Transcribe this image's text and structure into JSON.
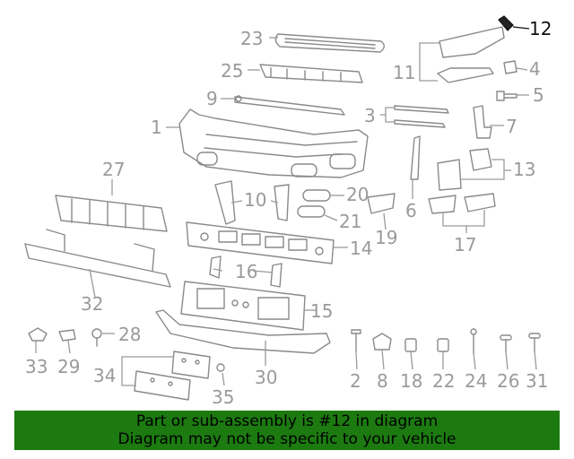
{
  "callouts": {
    "c1": "1",
    "c2": "2",
    "c3": "3",
    "c4": "4",
    "c5": "5",
    "c6": "6",
    "c7": "7",
    "c8": "8",
    "c9": "9",
    "c10": "10",
    "c11": "11",
    "c12": "12",
    "c13": "13",
    "c14": "14",
    "c15": "15",
    "c16": "16",
    "c17": "17",
    "c18": "18",
    "c19": "19",
    "c20": "20",
    "c21": "21",
    "c22": "22",
    "c23": "23",
    "c24": "24",
    "c25": "25",
    "c26": "26",
    "c27": "27",
    "c28": "28",
    "c29": "29",
    "c30": "30",
    "c31": "31",
    "c32": "32",
    "c33": "33",
    "c34": "34",
    "c35": "35"
  },
  "highlight": {
    "part": "12",
    "color": "#111111"
  },
  "banner": {
    "line1": "Part or sub-assembly is #12 in diagram",
    "line2": "Diagram may not be specific to your vehicle",
    "background": "#1c7a10"
  }
}
